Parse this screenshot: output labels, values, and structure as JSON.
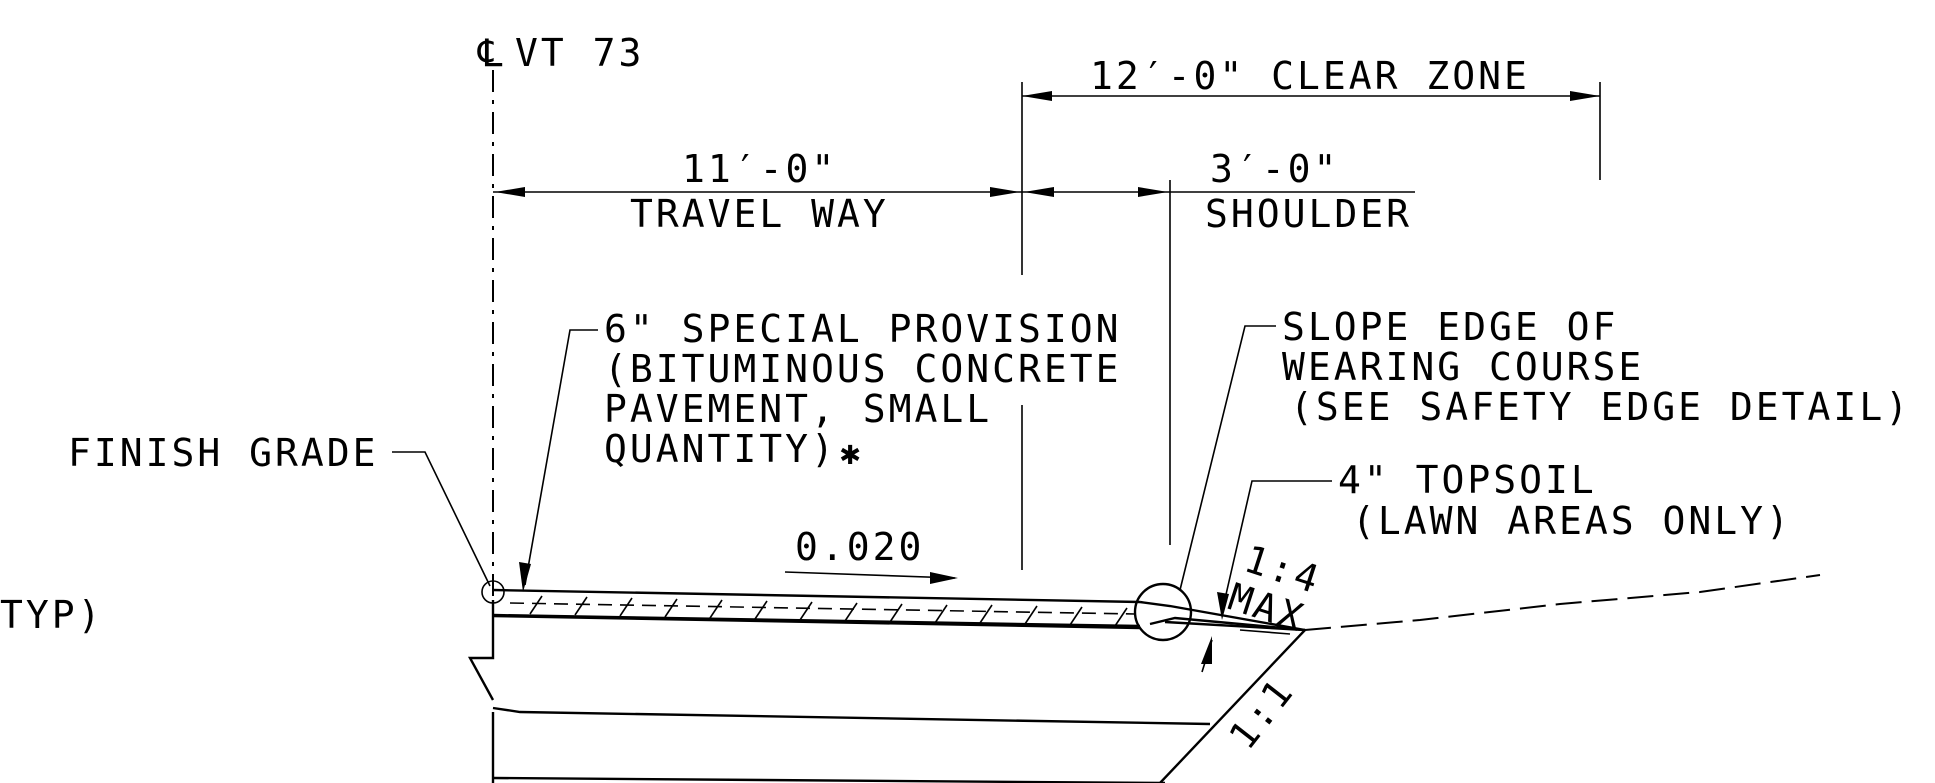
{
  "centerline": {
    "symbol": "℄",
    "label": "VT 73"
  },
  "dimensions": {
    "clear_zone": "12′-0\" CLEAR ZONE",
    "travel_way_width": "11′-0\"",
    "travel_way_label": "TRAVEL WAY",
    "shoulder_width": "3′-0\"",
    "shoulder_label": "SHOULDER"
  },
  "callouts": {
    "pavement": [
      "6\" SPECIAL PROVISION",
      "(BITUMINOUS CONCRETE",
      "PAVEMENT, SMALL",
      "QUANTITY)"
    ],
    "pavement_mark": "✱",
    "finish_grade": "FINISH GRADE",
    "slope_edge": [
      "SLOPE EDGE OF",
      "WEARING COURSE",
      "(SEE SAFETY EDGE DETAIL)"
    ],
    "topsoil": [
      "4\" TOPSOIL",
      "(LAWN AREAS ONLY)"
    ],
    "left_partial": "TYP)"
  },
  "slopes": {
    "cross_slope": "0.020",
    "slope_ratio": "1:4",
    "slope_max": "MAX",
    "side_slope": "1:1"
  }
}
